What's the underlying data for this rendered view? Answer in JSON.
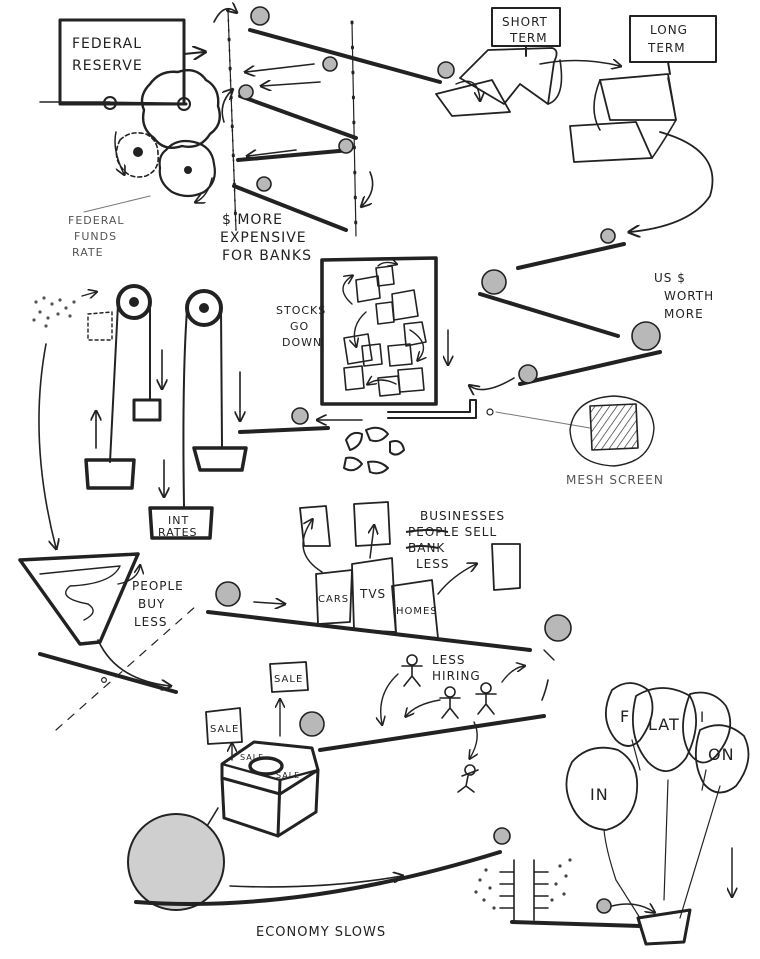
{
  "labels": {
    "federal_reserve_1": "FEDERAL",
    "federal_reserve_2": "RESERVE",
    "fed_funds_1": "FEDERAL",
    "fed_funds_2": "FUNDS",
    "fed_funds_3": "RATE",
    "more_expensive_1": "$ MORE",
    "more_expensive_2": "EXPENSIVE",
    "more_expensive_3": "FOR BANKS",
    "short_term_1": "SHORT",
    "short_term_2": "TERM",
    "long_term_1": "LONG",
    "long_term_2": "TERM",
    "us_dollar_1": "US $",
    "us_dollar_2": "WORTH",
    "us_dollar_3": "MORE",
    "stocks_1": "STOCKS",
    "stocks_2": "GO",
    "stocks_3": "DOWN",
    "mesh_screen": "MESH SCREEN",
    "int_rates_1": "INT",
    "int_rates_2": "RATES",
    "people_1": "PEOPLE",
    "people_2": "BUY",
    "people_3": "LESS",
    "businesses_1": "BUSINESSES",
    "businesses_2": "PEOPLE SELL",
    "businesses_3": "BANK",
    "businesses_4": "LESS",
    "cars": "CARS",
    "tvs": "TVS",
    "homes": "HOMES",
    "less_hiring_1": "LESS",
    "less_hiring_2": "HIRING",
    "sale_1": "SALE",
    "sale_2": "SALE",
    "sale_3": "SALE",
    "sale_4": "SALE",
    "balloon_f": "F",
    "balloon_lat": "LAT",
    "balloon_i": "I",
    "balloon_on": "ON",
    "balloon_in": "IN",
    "economy_slows": "ECONOMY SLOWS"
  }
}
